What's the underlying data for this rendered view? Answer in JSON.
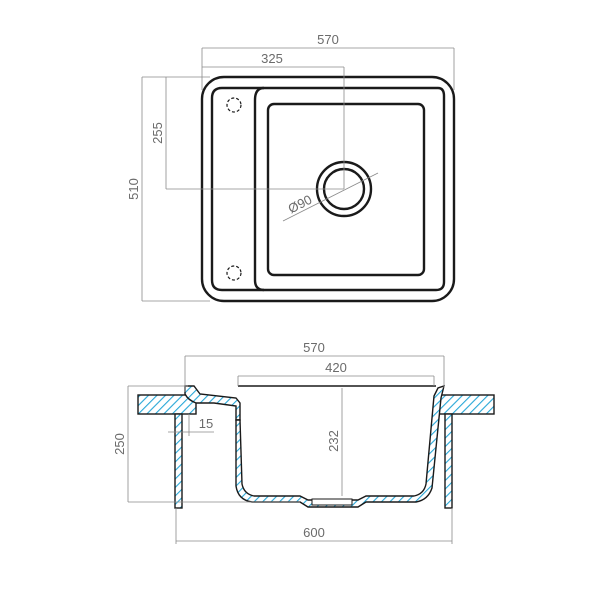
{
  "drawing": {
    "title": "Kitchen sink technical drawing",
    "colors": {
      "outline": "#1a1a1a",
      "dimension": "#8a8a8a",
      "hatch": "#29a8d8",
      "background": "#ffffff"
    },
    "top_view": {
      "dim_overall_width": "570",
      "dim_drain_offset_x": "325",
      "dim_drain_offset_y": "255",
      "dim_overall_depth": "510",
      "dim_drain_diameter": "Ø90"
    },
    "section_view": {
      "dim_overall_width": "570",
      "dim_bowl_width": "420",
      "dim_bowl_depth": "232",
      "dim_total_height": "250",
      "dim_rim_offset": "15",
      "dim_cabinet_width": "600"
    }
  }
}
